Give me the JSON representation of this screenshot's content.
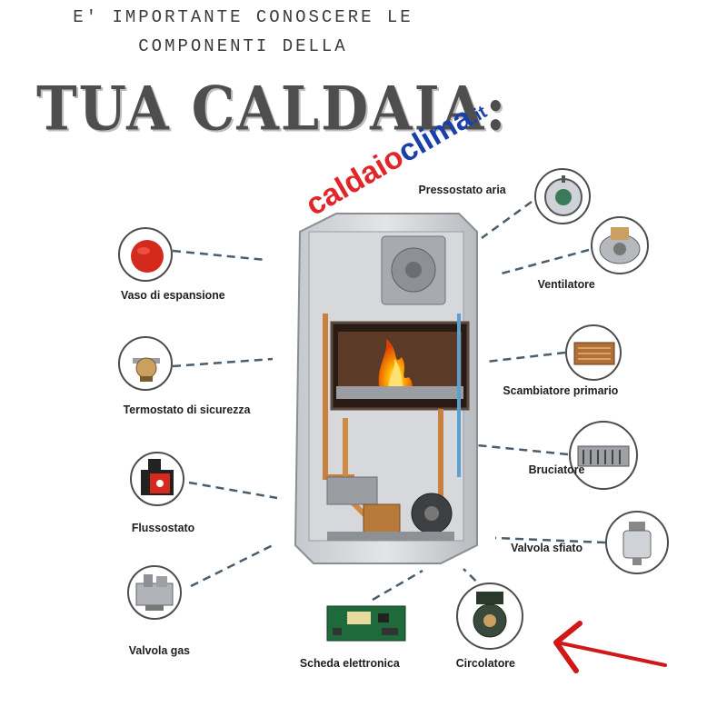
{
  "header": {
    "line1": "E' IMPORTANTE CONOSCERE LE",
    "line2": "COMPONENTI DELLA",
    "title": "TUA CALDAIA:"
  },
  "logo": {
    "part1": "caldaio",
    "part2": "clima",
    "part3": ".it"
  },
  "components": {
    "vaso": "Vaso di espansione",
    "termostato": "Termostato di sicurezza",
    "flussostato": "Flussostato",
    "valvola_gas": "Valvola gas",
    "pressostato": "Pressostato aria",
    "ventilatore": "Ventilatore",
    "scambiatore": "Scambiatore primario",
    "bruciatore": "Bruciatore",
    "valvola_sfiato": "Valvola sfiato",
    "scheda": "Scheda elettronica",
    "circolatore": "Circolatore"
  },
  "colors": {
    "title": "#4e4e4e",
    "connector": "#4a5d6e",
    "arrow": "#d01818",
    "logo_red": "#e0262a",
    "logo_blue": "#1a3fa8",
    "flame": "#ff8a00"
  },
  "icons": [
    "expansion-vessel-icon",
    "thermostat-icon",
    "flow-switch-icon",
    "gas-valve-icon",
    "pressure-switch-icon",
    "fan-icon",
    "heat-exchanger-icon",
    "burner-icon",
    "vent-valve-icon",
    "circuit-board-icon",
    "pump-icon",
    "red-arrow-icon"
  ]
}
